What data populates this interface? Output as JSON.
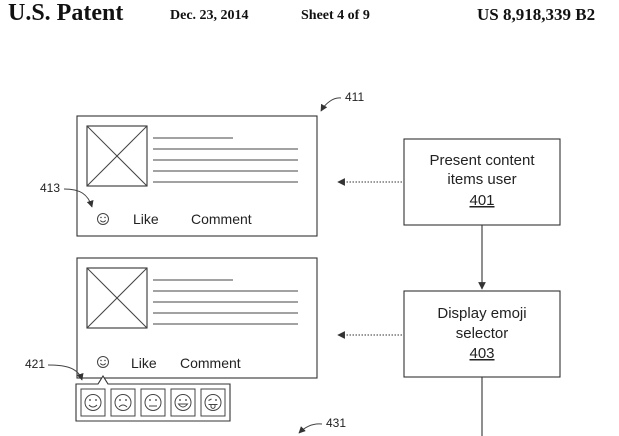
{
  "header": {
    "left": "U.S. Patent",
    "date": "Dec. 23, 2014",
    "sheet": "Sheet 4 of 9",
    "patent_no": "US 8,918,339 B2"
  },
  "panel_top": {
    "ref": "411",
    "emoji_ref": "413",
    "like": "Like",
    "comment": "Comment"
  },
  "panel_bottom": {
    "selector_ref": "421",
    "like": "Like",
    "comment": "Comment",
    "emoji_options": [
      "smile",
      "frown",
      "neutral",
      "grin",
      "tongue"
    ]
  },
  "flow": {
    "box1": {
      "line1": "Present content",
      "line2": "items user",
      "num": "401"
    },
    "box2": {
      "line1": "Display emoji",
      "line2": "selector",
      "num": "403"
    }
  },
  "bottom_ref": "431"
}
